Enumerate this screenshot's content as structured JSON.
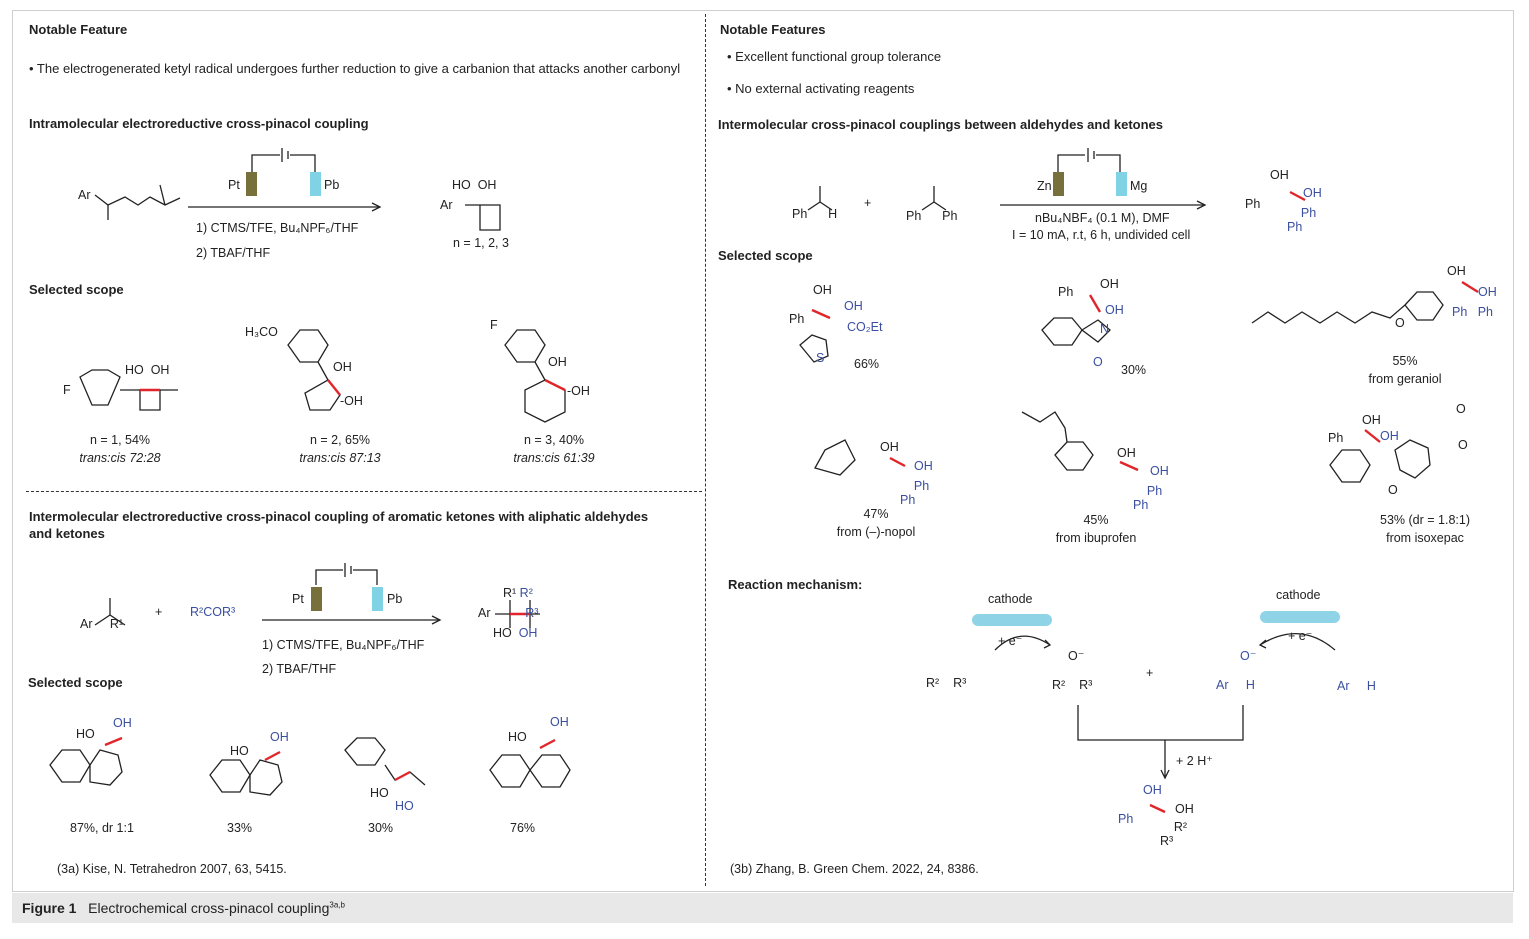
{
  "left": {
    "notable_title": "Notable Feature",
    "notable_item": "• The electrogenerated ketyl radical undergoes further reduction to give a carbanion that attacks another carbonyl",
    "intra_title": "Intramolecular electroreductive cross-pinacol coupling",
    "intra_step1": "1) CTMS/TFE, Bu₄NPF₆/THF",
    "intra_step2": "2) TBAF/THF",
    "electrode_pt": "Pt",
    "electrode_pb": "Pb",
    "intra_n": "n = 1, 2, 3",
    "scope_title": "Selected scope",
    "scope": [
      {
        "yield": "n = 1, 54%",
        "ratio": "trans:cis 72:28"
      },
      {
        "yield": "n = 2, 65%",
        "ratio": "trans:cis 87:13"
      },
      {
        "yield": "n = 3, 40%",
        "ratio": "trans:cis 61:39"
      }
    ],
    "inter_title_1": "Intermolecular electroreductive cross-pinacol coupling of aromatic ketones with aliphatic aldehydes",
    "inter_title_2": "and ketones",
    "inter_reagent": "R²COR³",
    "inter_step1": "1) CTMS/TFE, Bu₄NPF₆/THF",
    "inter_step2": "2) TBAF/THF",
    "scope2_title": "Selected scope",
    "scope2": [
      "87%, dr 1:1",
      "33%",
      "30%",
      "76%"
    ],
    "ref": "(3a) Kise, N. Tetrahedron 2007, 63, 5415."
  },
  "right": {
    "notable_title": "Notable Features",
    "items": [
      "• Excellent functional group tolerance",
      "• No external activating reagents"
    ],
    "inter_title": "Intermolecular cross-pinacol couplings between aldehydes and ketones",
    "electrode_zn": "Zn",
    "electrode_mg": "Mg",
    "cond1": "nBu₄NBF₄ (0.1 M), DMF",
    "cond2": "I = 10 mA, r.t, 6 h, undivided cell",
    "scope_title": "Selected scope",
    "scope": [
      {
        "yield": "66%",
        "source": ""
      },
      {
        "yield": "30%",
        "source": ""
      },
      {
        "yield": "55%",
        "source": "from geraniol"
      },
      {
        "yield": "47%",
        "source": "from (–)-nopol"
      },
      {
        "yield": "45%",
        "source": "from ibuprofen"
      },
      {
        "yield": "53% (dr = 1.8:1)",
        "source": "from isoxepac"
      }
    ],
    "mech_title": "Reaction mechanism:",
    "cathode": "cathode",
    "e_minus": "+ e⁻",
    "two_h": "+ 2 H⁺",
    "ref": "(3b) Zhang, B. Green Chem. 2022, 24, 8386."
  },
  "caption": {
    "figure": "Figure 1",
    "text": "Electrochemical cross-pinacol coupling",
    "sup": "3a,b"
  },
  "colors": {
    "bond_red": "#e0262b",
    "blue_text": "#3a4fa0",
    "pt_electrode": "#77703a",
    "pb_electrode": "#7fd3e4"
  }
}
